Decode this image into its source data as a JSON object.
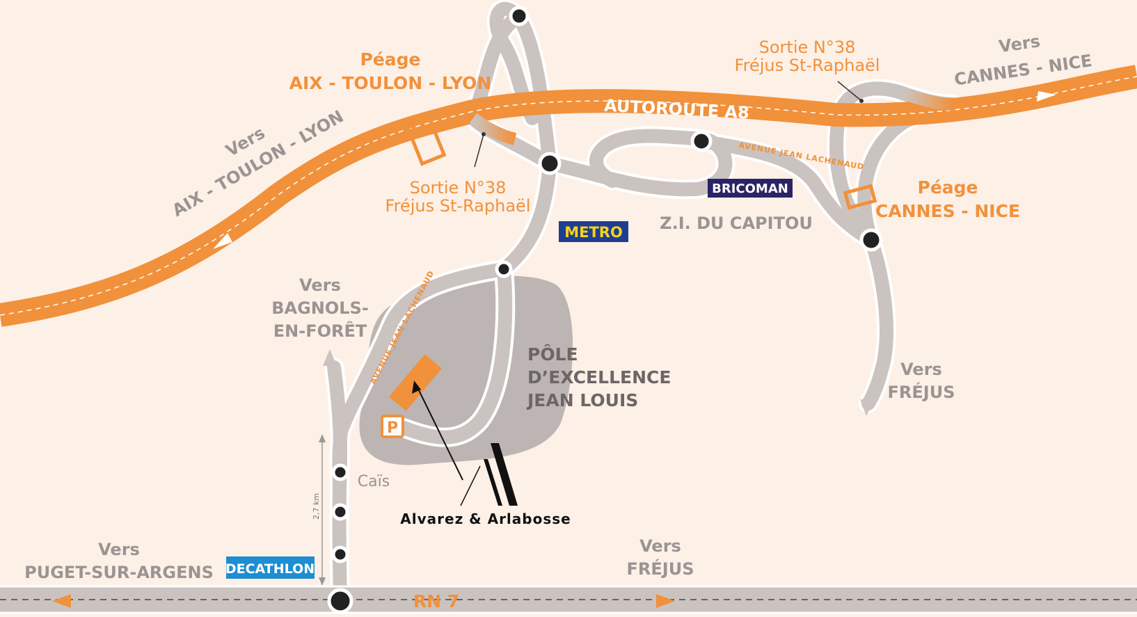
{
  "colors": {
    "background": "#fdf0e7",
    "motorway": "#f1913b",
    "road": "#cbc3c0",
    "road_edge": "#ffffff",
    "zone": "#bdb5b3",
    "junction": "#222222",
    "text_grey": "#9a9493",
    "text_dark": "#6c6665",
    "accent_orange": "#f1913b"
  },
  "motorway": {
    "name": "AUTOROUTE A8"
  },
  "national_road": {
    "name": "RN 7"
  },
  "streets": {
    "jean_lachenaud_north": "AVENUE JEAN LACHENAUD",
    "jean_lachenaud_south": "AVENUE JEAN LACHENAUD"
  },
  "destinations": {
    "west_motorway": {
      "line1": "Vers",
      "line2": "AIX - TOULON - LYON"
    },
    "east_motorway": {
      "line1": "Vers",
      "line2": "CANNES - NICE"
    },
    "bagnols": {
      "line1": "Vers",
      "line2": "BAGNOLS-",
      "line3": "EN-FORÊT"
    },
    "frejus_east": {
      "line1": "Vers",
      "line2": "FRÉJUS"
    },
    "frejus_south": {
      "line1": "Vers",
      "line2": "FRÉJUS"
    },
    "puget": {
      "line1": "Vers",
      "line2": "PUGET-SUR-ARGENS"
    }
  },
  "tolls": {
    "west": {
      "line1": "Péage",
      "line2": "AIX - TOULON - LYON"
    },
    "east": {
      "line1": "Péage",
      "line2": "CANNES - NICE"
    }
  },
  "exits": {
    "west": {
      "line1": "Sortie N°38",
      "line2": "Fréjus St-Raphaël"
    },
    "east": {
      "line1": "Sortie N°38",
      "line2": "Fréjus St-Raphaël"
    }
  },
  "zones": {
    "industrial": "Z.I. DU CAPITOU",
    "pole": {
      "line1": "PÔLE",
      "line2": "D’EXCELLENCE",
      "line3": "JEAN LOUIS"
    }
  },
  "places": {
    "cais": "Caïs"
  },
  "distance": {
    "label": "2,7 km"
  },
  "brands": {
    "metro": {
      "text": "METRO",
      "bg": "#1e3f8f",
      "fg": "#f7d21a"
    },
    "bricoman": {
      "text": "BRICOMAN",
      "bg": "#2a2466",
      "fg": "#ffffff"
    },
    "decathlon": {
      "text": "DECATHLON",
      "bg": "#1c8ed1",
      "fg": "#ffffff"
    }
  },
  "parking": {
    "label": "P"
  },
  "company": {
    "name": "Alvarez & Arlabosse"
  }
}
